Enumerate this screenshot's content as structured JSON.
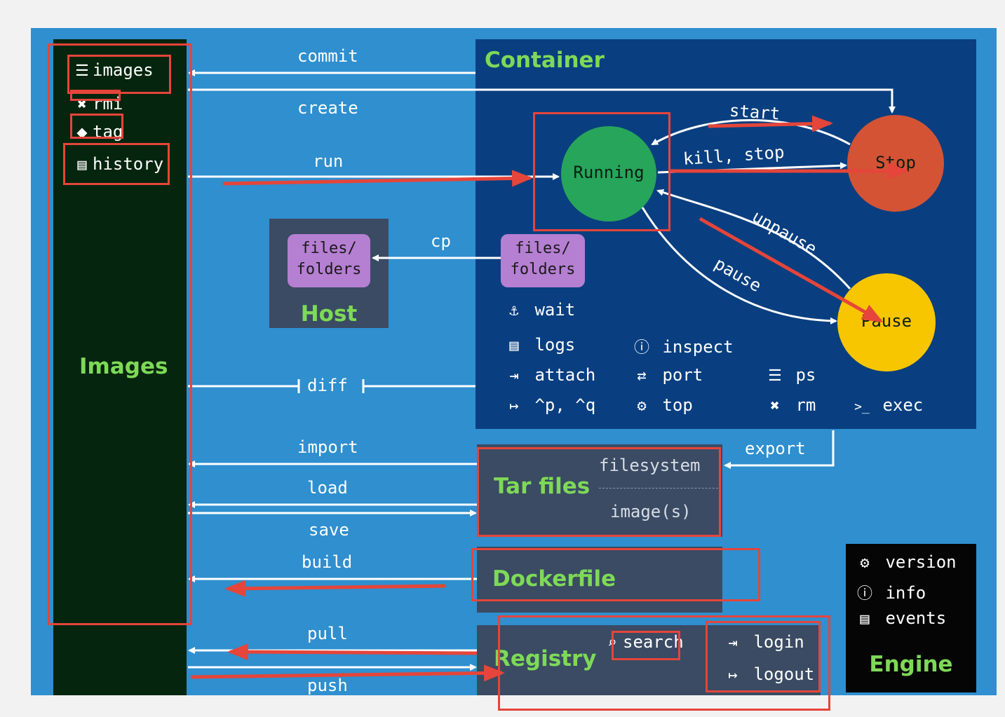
{
  "images_panel": {
    "title": "Images",
    "items": [
      {
        "label": "images",
        "icon": "list-icon"
      },
      {
        "label": "rmi",
        "icon": "x-icon"
      },
      {
        "label": "tag",
        "icon": "tag-icon"
      },
      {
        "label": "history",
        "icon": "document-icon"
      }
    ]
  },
  "container_panel": {
    "title": "Container",
    "states": {
      "running": "Running",
      "stop": "Stop",
      "pause": "Pause"
    },
    "transitions": {
      "start": "start",
      "kill_stop": "kill, stop",
      "unpause": "unpause",
      "pause": "pause"
    },
    "files": "files/ folders",
    "commands": {
      "wait": "wait",
      "logs": "logs",
      "attach": "attach",
      "detach": "^p, ^q",
      "inspect": "inspect",
      "port": "port",
      "top": "top",
      "ps": "ps",
      "rm": "rm",
      "exec": "exec"
    }
  },
  "host_panel": {
    "title": "Host",
    "files": "files/ folders"
  },
  "arrows": {
    "commit": "commit",
    "create": "create",
    "run": "run",
    "cp": "cp",
    "diff": "diff",
    "import": "import",
    "load": "load",
    "save": "save",
    "build": "build",
    "pull": "pull",
    "push": "push",
    "export": "export"
  },
  "tar_panel": {
    "title": "Tar files",
    "filesystem": "filesystem",
    "images": "image(s)"
  },
  "dockerfile_panel": {
    "title": "Dockerfile"
  },
  "registry_panel": {
    "title": "Registry",
    "search": "search",
    "login": "login",
    "logout": "logout"
  },
  "engine_panel": {
    "title": "Engine",
    "items": [
      {
        "label": "version"
      },
      {
        "label": "info"
      },
      {
        "label": "events"
      }
    ]
  },
  "colors": {
    "background": "#2f8fcf",
    "images_panel": "#06250e",
    "container_panel": "#093f80",
    "gray_panel": "#3a4b63",
    "title_green": "#7ed957",
    "running": "#27a55a",
    "stop": "#d45335",
    "pause": "#f7c600",
    "files_purple": "#b57fd2",
    "annotation_red": "#e5453a"
  }
}
